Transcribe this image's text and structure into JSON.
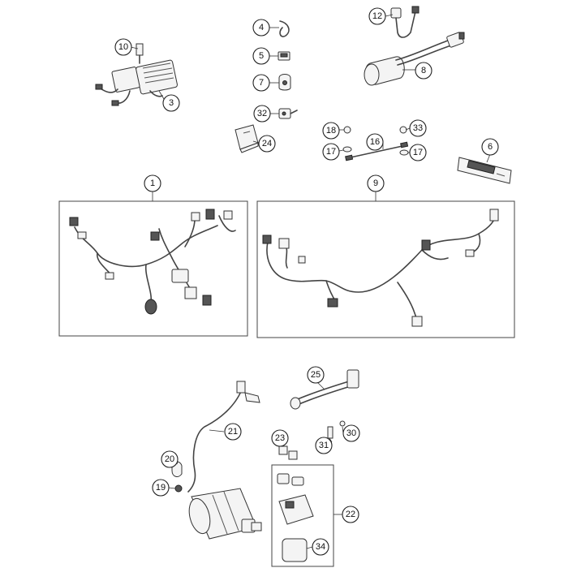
{
  "callouts": [
    {
      "id": "c10",
      "label": "10"
    },
    {
      "id": "c3",
      "label": "3"
    },
    {
      "id": "c4",
      "label": "4"
    },
    {
      "id": "c5",
      "label": "5"
    },
    {
      "id": "c7",
      "label": "7"
    },
    {
      "id": "c32",
      "label": "32"
    },
    {
      "id": "c24",
      "label": "24"
    },
    {
      "id": "c12",
      "label": "12"
    },
    {
      "id": "c8",
      "label": "8"
    },
    {
      "id": "c18",
      "label": "18"
    },
    {
      "id": "c16",
      "label": "16"
    },
    {
      "id": "c33",
      "label": "33"
    },
    {
      "id": "c17a",
      "label": "17"
    },
    {
      "id": "c17b",
      "label": "17"
    },
    {
      "id": "c6",
      "label": "6"
    },
    {
      "id": "c1",
      "label": "1"
    },
    {
      "id": "c9",
      "label": "9"
    },
    {
      "id": "c25",
      "label": "25"
    },
    {
      "id": "c21",
      "label": "21"
    },
    {
      "id": "c23",
      "label": "23"
    },
    {
      "id": "c30",
      "label": "30"
    },
    {
      "id": "c31",
      "label": "31"
    },
    {
      "id": "c20",
      "label": "20"
    },
    {
      "id": "c19",
      "label": "19"
    },
    {
      "id": "c22",
      "label": "22"
    },
    {
      "id": "c34",
      "label": "34"
    }
  ]
}
